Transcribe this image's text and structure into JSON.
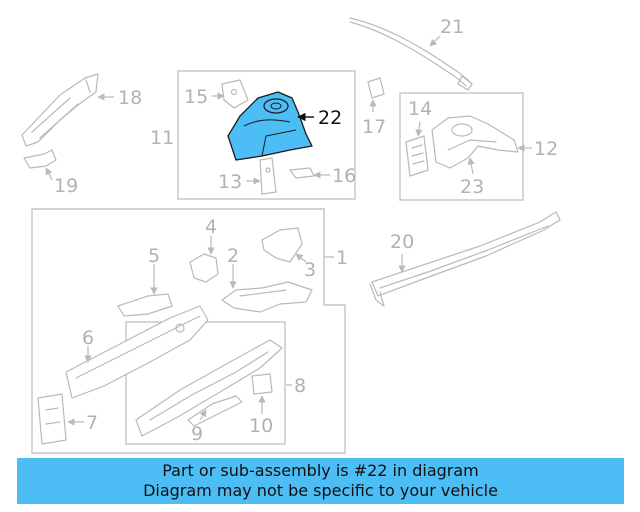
{
  "diagram": {
    "highlighted_part": "22",
    "highlight_color": "#4dbdf5",
    "callouts": {
      "c1": "1",
      "c2": "2",
      "c3": "3",
      "c4": "4",
      "c5": "5",
      "c6": "6",
      "c7": "7",
      "c8": "8",
      "c9": "9",
      "c10": "10",
      "c11": "11",
      "c12": "12",
      "c13": "13",
      "c14": "14",
      "c15": "15",
      "c16": "16",
      "c17": "17",
      "c18": "18",
      "c19": "19",
      "c20": "20",
      "c21": "21",
      "c22": "22",
      "c23": "23"
    }
  },
  "banner": {
    "line1": "Part or sub-assembly is #22 in diagram",
    "line2": "Diagram may not be specific to your vehicle",
    "color": "#4dbdf5"
  }
}
